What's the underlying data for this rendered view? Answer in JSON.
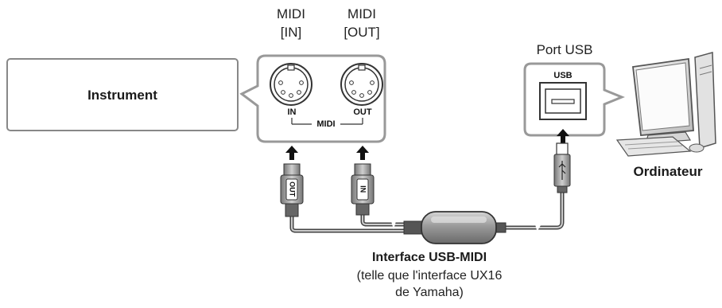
{
  "labels": {
    "midi_in_top": "MIDI",
    "midi_in_bottom": "[IN]",
    "midi_out_top": "MIDI",
    "midi_out_bottom": "[OUT]",
    "port_usb": "Port USB",
    "instrument": "Instrument",
    "port_in": "IN",
    "port_midi": "MIDI",
    "port_out": "OUT",
    "usb_port_label": "USB",
    "computer": "Ordinateur",
    "plug_out": "OUT",
    "plug_in": "IN",
    "interface_title": "Interface USB-MIDI",
    "interface_line1": "(telle que l'interface UX16",
    "interface_line2": "de Yamaha)"
  },
  "colors": {
    "outline": "#888888",
    "dark": "#333333",
    "cable": "#555555",
    "panel_fill": "#ffffff",
    "body_gray": "#9a9a9a"
  }
}
